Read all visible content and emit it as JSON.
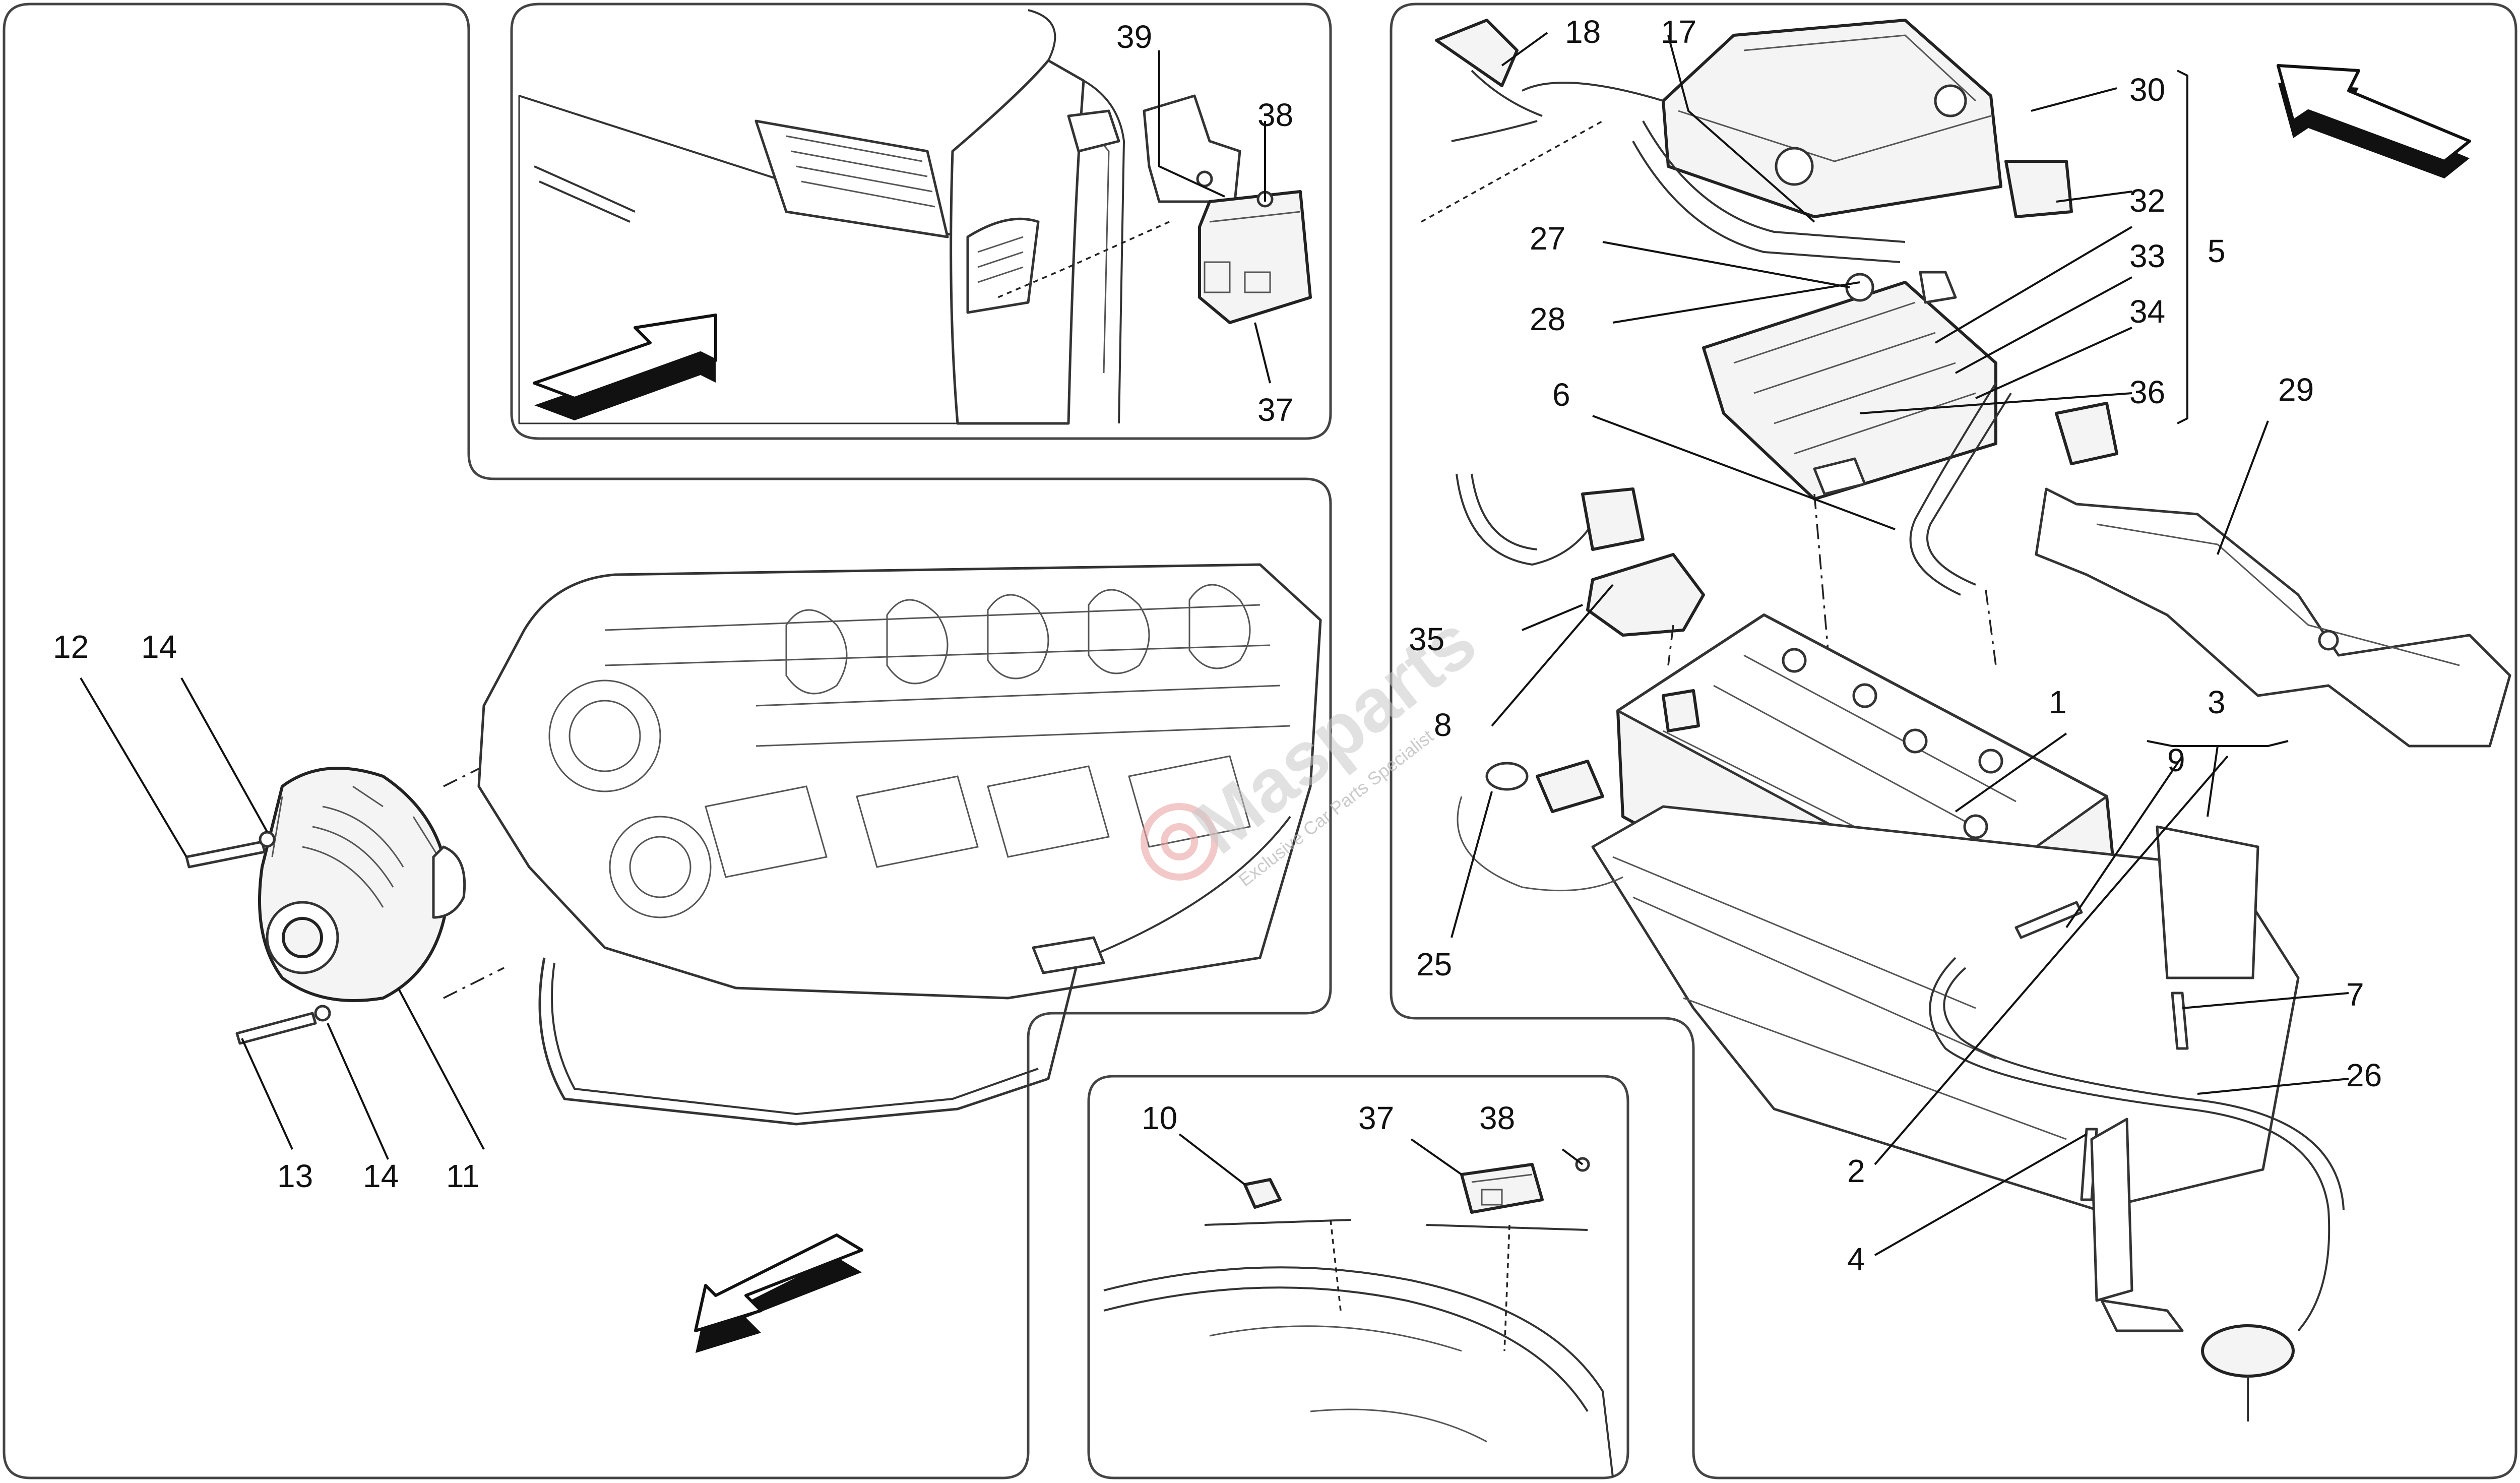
{
  "callouts": [
    {
      "id": "c1",
      "text": "1"
    },
    {
      "id": "c2",
      "text": "2"
    },
    {
      "id": "c3",
      "text": "3"
    },
    {
      "id": "c4",
      "text": "4"
    },
    {
      "id": "c5",
      "text": "5"
    },
    {
      "id": "c6",
      "text": "6"
    },
    {
      "id": "c7",
      "text": "7"
    },
    {
      "id": "c8",
      "text": "8"
    },
    {
      "id": "c9",
      "text": "9"
    },
    {
      "id": "c10",
      "text": "10"
    },
    {
      "id": "c11",
      "text": "11"
    },
    {
      "id": "c12",
      "text": "12"
    },
    {
      "id": "c13",
      "text": "13"
    },
    {
      "id": "c14a",
      "text": "14"
    },
    {
      "id": "c14b",
      "text": "14"
    },
    {
      "id": "c17",
      "text": "17"
    },
    {
      "id": "c18",
      "text": "18"
    },
    {
      "id": "c25",
      "text": "25"
    },
    {
      "id": "c26",
      "text": "26"
    },
    {
      "id": "c27",
      "text": "27"
    },
    {
      "id": "c28",
      "text": "28"
    },
    {
      "id": "c29",
      "text": "29"
    },
    {
      "id": "c30",
      "text": "30"
    },
    {
      "id": "c32",
      "text": "32"
    },
    {
      "id": "c33",
      "text": "33"
    },
    {
      "id": "c34",
      "text": "34"
    },
    {
      "id": "c35",
      "text": "35"
    },
    {
      "id": "c36",
      "text": "36"
    },
    {
      "id": "c37a",
      "text": "37"
    },
    {
      "id": "c37b",
      "text": "37"
    },
    {
      "id": "c38a",
      "text": "38"
    },
    {
      "id": "c38b",
      "text": "38"
    },
    {
      "id": "c39",
      "text": "39"
    }
  ],
  "watermark": {
    "brand": "Masparts",
    "tagline": "Exclusive Car Parts Specialist",
    "brand_color": "#c9c9c9",
    "accent_color": "#e9a4a4"
  },
  "icons": [
    "direction-arrow-icon",
    "watermark-gear-icon"
  ]
}
